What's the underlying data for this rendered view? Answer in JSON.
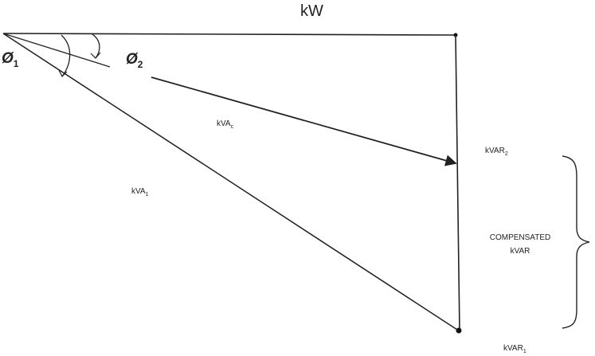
{
  "labels": {
    "kw": "kW",
    "phi1": {
      "symbol": "Ø",
      "sub": "1"
    },
    "phi2": {
      "symbol": "Ø",
      "sub": "2"
    },
    "kva_c": {
      "main": "kVA",
      "sub": "c"
    },
    "kva_1": {
      "main": "kVA",
      "sub": "1"
    },
    "kvar_2": {
      "main": "kVAR",
      "sub": "2"
    },
    "kvar_1": {
      "main": "kVAR",
      "sub": "1"
    },
    "compensated": {
      "line1": "COMPENSATED",
      "line2": "kVAR"
    }
  }
}
